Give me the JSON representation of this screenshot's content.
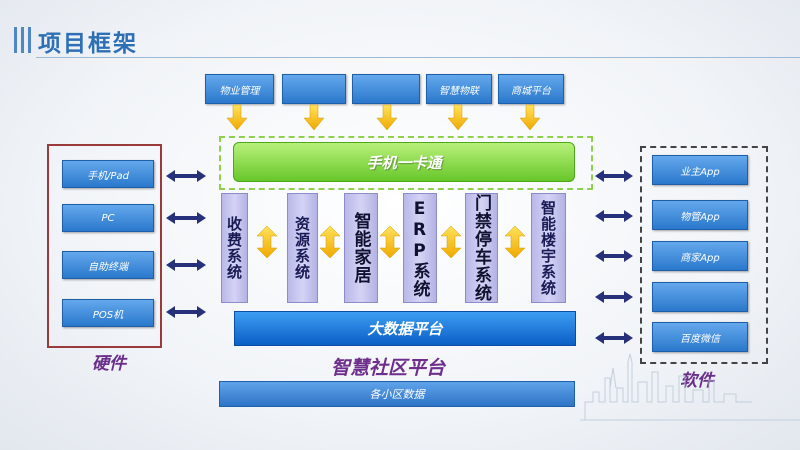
{
  "header": {
    "title": "项目框架"
  },
  "top_modules": [
    "物业管理",
    "",
    "",
    "智慧物联",
    "商城平台"
  ],
  "center": {
    "green_bar": "手机一卡通",
    "systems": [
      "收费系统",
      "资源系统",
      "智能家居",
      "ERP系统",
      "门禁停车系统",
      "智能楼宇系统"
    ],
    "data_platform": "大数据平台",
    "platform_title": "智慧社区平台",
    "bottom_bar": "各小区数据"
  },
  "hardware": {
    "label": "硬件",
    "items": [
      "手机/Pad",
      "PC",
      "自助终端",
      "POS机"
    ]
  },
  "software": {
    "label": "软件",
    "items": [
      "业主App",
      "物管App",
      "商家App",
      "",
      "百度微信"
    ]
  },
  "colors": {
    "title": "#2d6fb4",
    "box_blue": "#2a78cc",
    "green_bar": "#67c72a",
    "system_purple": "#c5c4ef",
    "label_purple": "#6a2f8a",
    "arrow_yellow": "#f5c518",
    "arrow_navy": "#27307a",
    "hardware_frame": "#9b3a3a"
  }
}
